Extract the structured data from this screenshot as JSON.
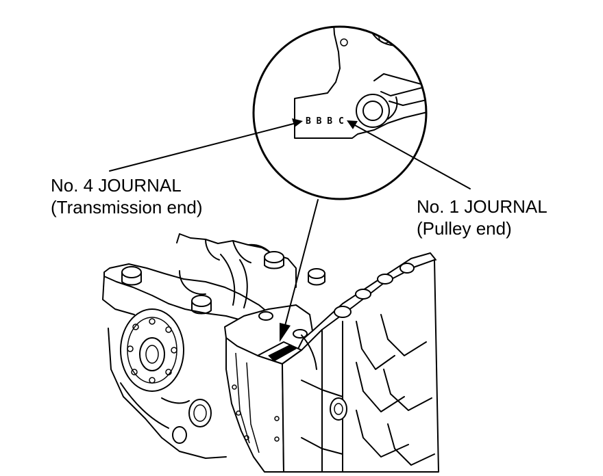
{
  "labels": {
    "journal4_line1": "No. 4 JOURNAL",
    "journal4_line2": "(Transmission end)",
    "journal1_line1": "No. 1 JOURNAL",
    "journal1_line2": "(Pulley end)"
  },
  "stamp": {
    "left_code": "B B B",
    "right_code": "C"
  },
  "colors": {
    "ink": "#000000",
    "background": "#ffffff"
  }
}
